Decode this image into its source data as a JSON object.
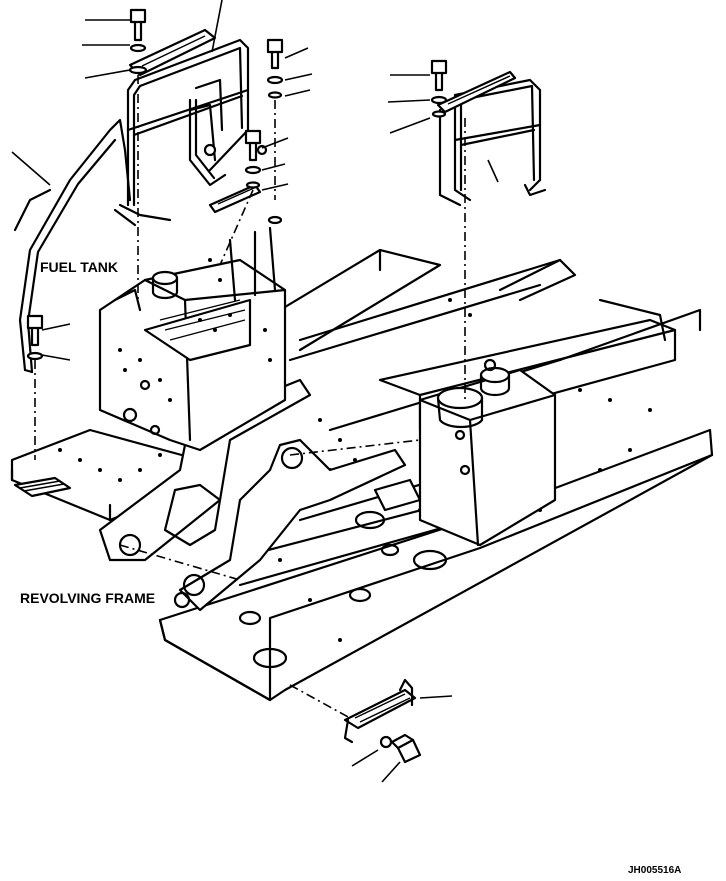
{
  "labels": {
    "fuel_tank": "FUEL TANK",
    "revolving_frame": "REVOLVING FRAME",
    "drawing_number": "JH005516A"
  },
  "colors": {
    "ink": "#000000",
    "paper": "#ffffff"
  }
}
